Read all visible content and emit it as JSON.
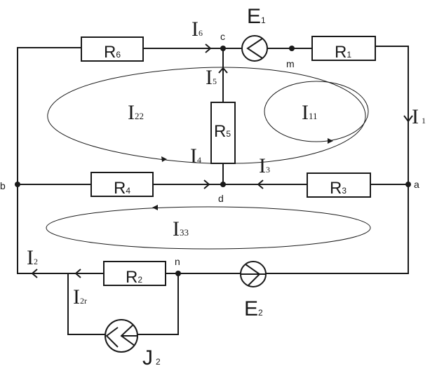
{
  "diagram": {
    "type": "electrical-circuit",
    "colors": {
      "ink": "#1a1a1a",
      "background": "#ffffff"
    },
    "nodes": [
      {
        "id": "a",
        "label": "a"
      },
      {
        "id": "b",
        "label": "b"
      },
      {
        "id": "c",
        "label": "c"
      },
      {
        "id": "d",
        "label": "d"
      },
      {
        "id": "m",
        "label": "m"
      },
      {
        "id": "n",
        "label": "n"
      }
    ],
    "resistors": [
      {
        "id": "R1",
        "main": "R",
        "sub": "1"
      },
      {
        "id": "R2",
        "main": "R",
        "sub": "2"
      },
      {
        "id": "R3",
        "main": "R",
        "sub": "3"
      },
      {
        "id": "R4",
        "main": "R",
        "sub": "4"
      },
      {
        "id": "R5",
        "main": "R",
        "sub": "5"
      },
      {
        "id": "R6",
        "main": "R",
        "sub": "6"
      }
    ],
    "sources": [
      {
        "id": "E1",
        "kind": "voltage-source",
        "main": "E",
        "sub": "1"
      },
      {
        "id": "E2",
        "kind": "voltage-source",
        "main": "E",
        "sub": "2"
      },
      {
        "id": "J2",
        "kind": "current-source",
        "main": "J",
        "sub": "2"
      }
    ],
    "branch_currents": [
      {
        "id": "I1",
        "main": "I",
        "sub": "1"
      },
      {
        "id": "I2",
        "main": "I",
        "sub": "2"
      },
      {
        "id": "I2r",
        "main": "I",
        "sub": "2r"
      },
      {
        "id": "I3",
        "main": "I",
        "sub": "3"
      },
      {
        "id": "I4",
        "main": "I",
        "sub": "4"
      },
      {
        "id": "I5",
        "main": "I",
        "sub": "5"
      },
      {
        "id": "I6",
        "main": "I",
        "sub": "6"
      }
    ],
    "loop_currents": [
      {
        "id": "I11",
        "main": "I",
        "sub": "11"
      },
      {
        "id": "I22",
        "main": "I",
        "sub": "22"
      },
      {
        "id": "I33",
        "main": "I",
        "sub": "33"
      }
    ]
  }
}
